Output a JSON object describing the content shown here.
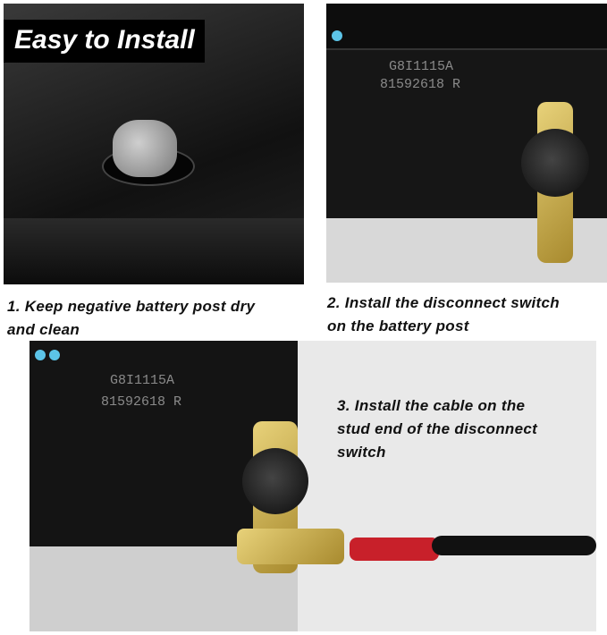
{
  "banner": {
    "title": "Easy to Install"
  },
  "steps": [
    {
      "caption_line1": "1. Keep negative battery post dry",
      "caption_line2": "and clean"
    },
    {
      "caption_line1": "2. Install the disconnect switch",
      "caption_line2": "on the battery post"
    },
    {
      "caption_line1": "3. Install the cable on the",
      "caption_line2": "stud end of the disconnect",
      "caption_line3": "switch"
    }
  ],
  "battery_label": {
    "code": "G8I1115A",
    "serial": "81592618  R"
  }
}
